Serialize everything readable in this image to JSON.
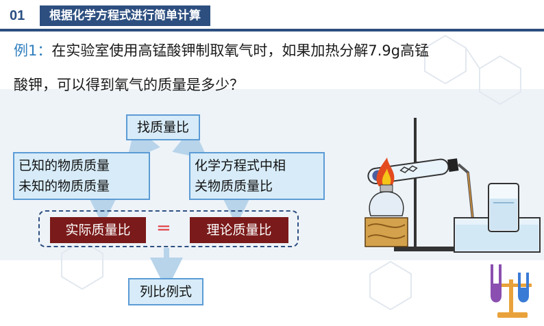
{
  "header": {
    "number": "01",
    "title": "根据化学方程式进行简单计算"
  },
  "problem": {
    "label": "例1：",
    "line1": "在实验室使用高锰酸钾制取氧气时，如果加热分解7.9g高锰",
    "line2": "酸钾，可以得到氧气的质量是多少？"
  },
  "flow": {
    "find_ratio": "找质量比",
    "known_line1": "已知的物质质量",
    "known_line2": "未知的物质质量",
    "equation_line1": "化学方程式中相",
    "equation_line2": "关物质质量比",
    "actual_ratio": "实际质量比",
    "equals": "=",
    "theory_ratio": "理论质量比",
    "proportion": "列比例式"
  },
  "colors": {
    "header_bg": "#2d4f80",
    "box_fill": "#d7ecf8",
    "box_border": "#5b9bd5",
    "highlight_box": "#7b1a1a",
    "equals_sign": "#e0393e",
    "example_label": "#2f7fbf"
  },
  "icons": [
    "oxygen-apparatus-illustration",
    "lab-flask-stand-icon"
  ]
}
